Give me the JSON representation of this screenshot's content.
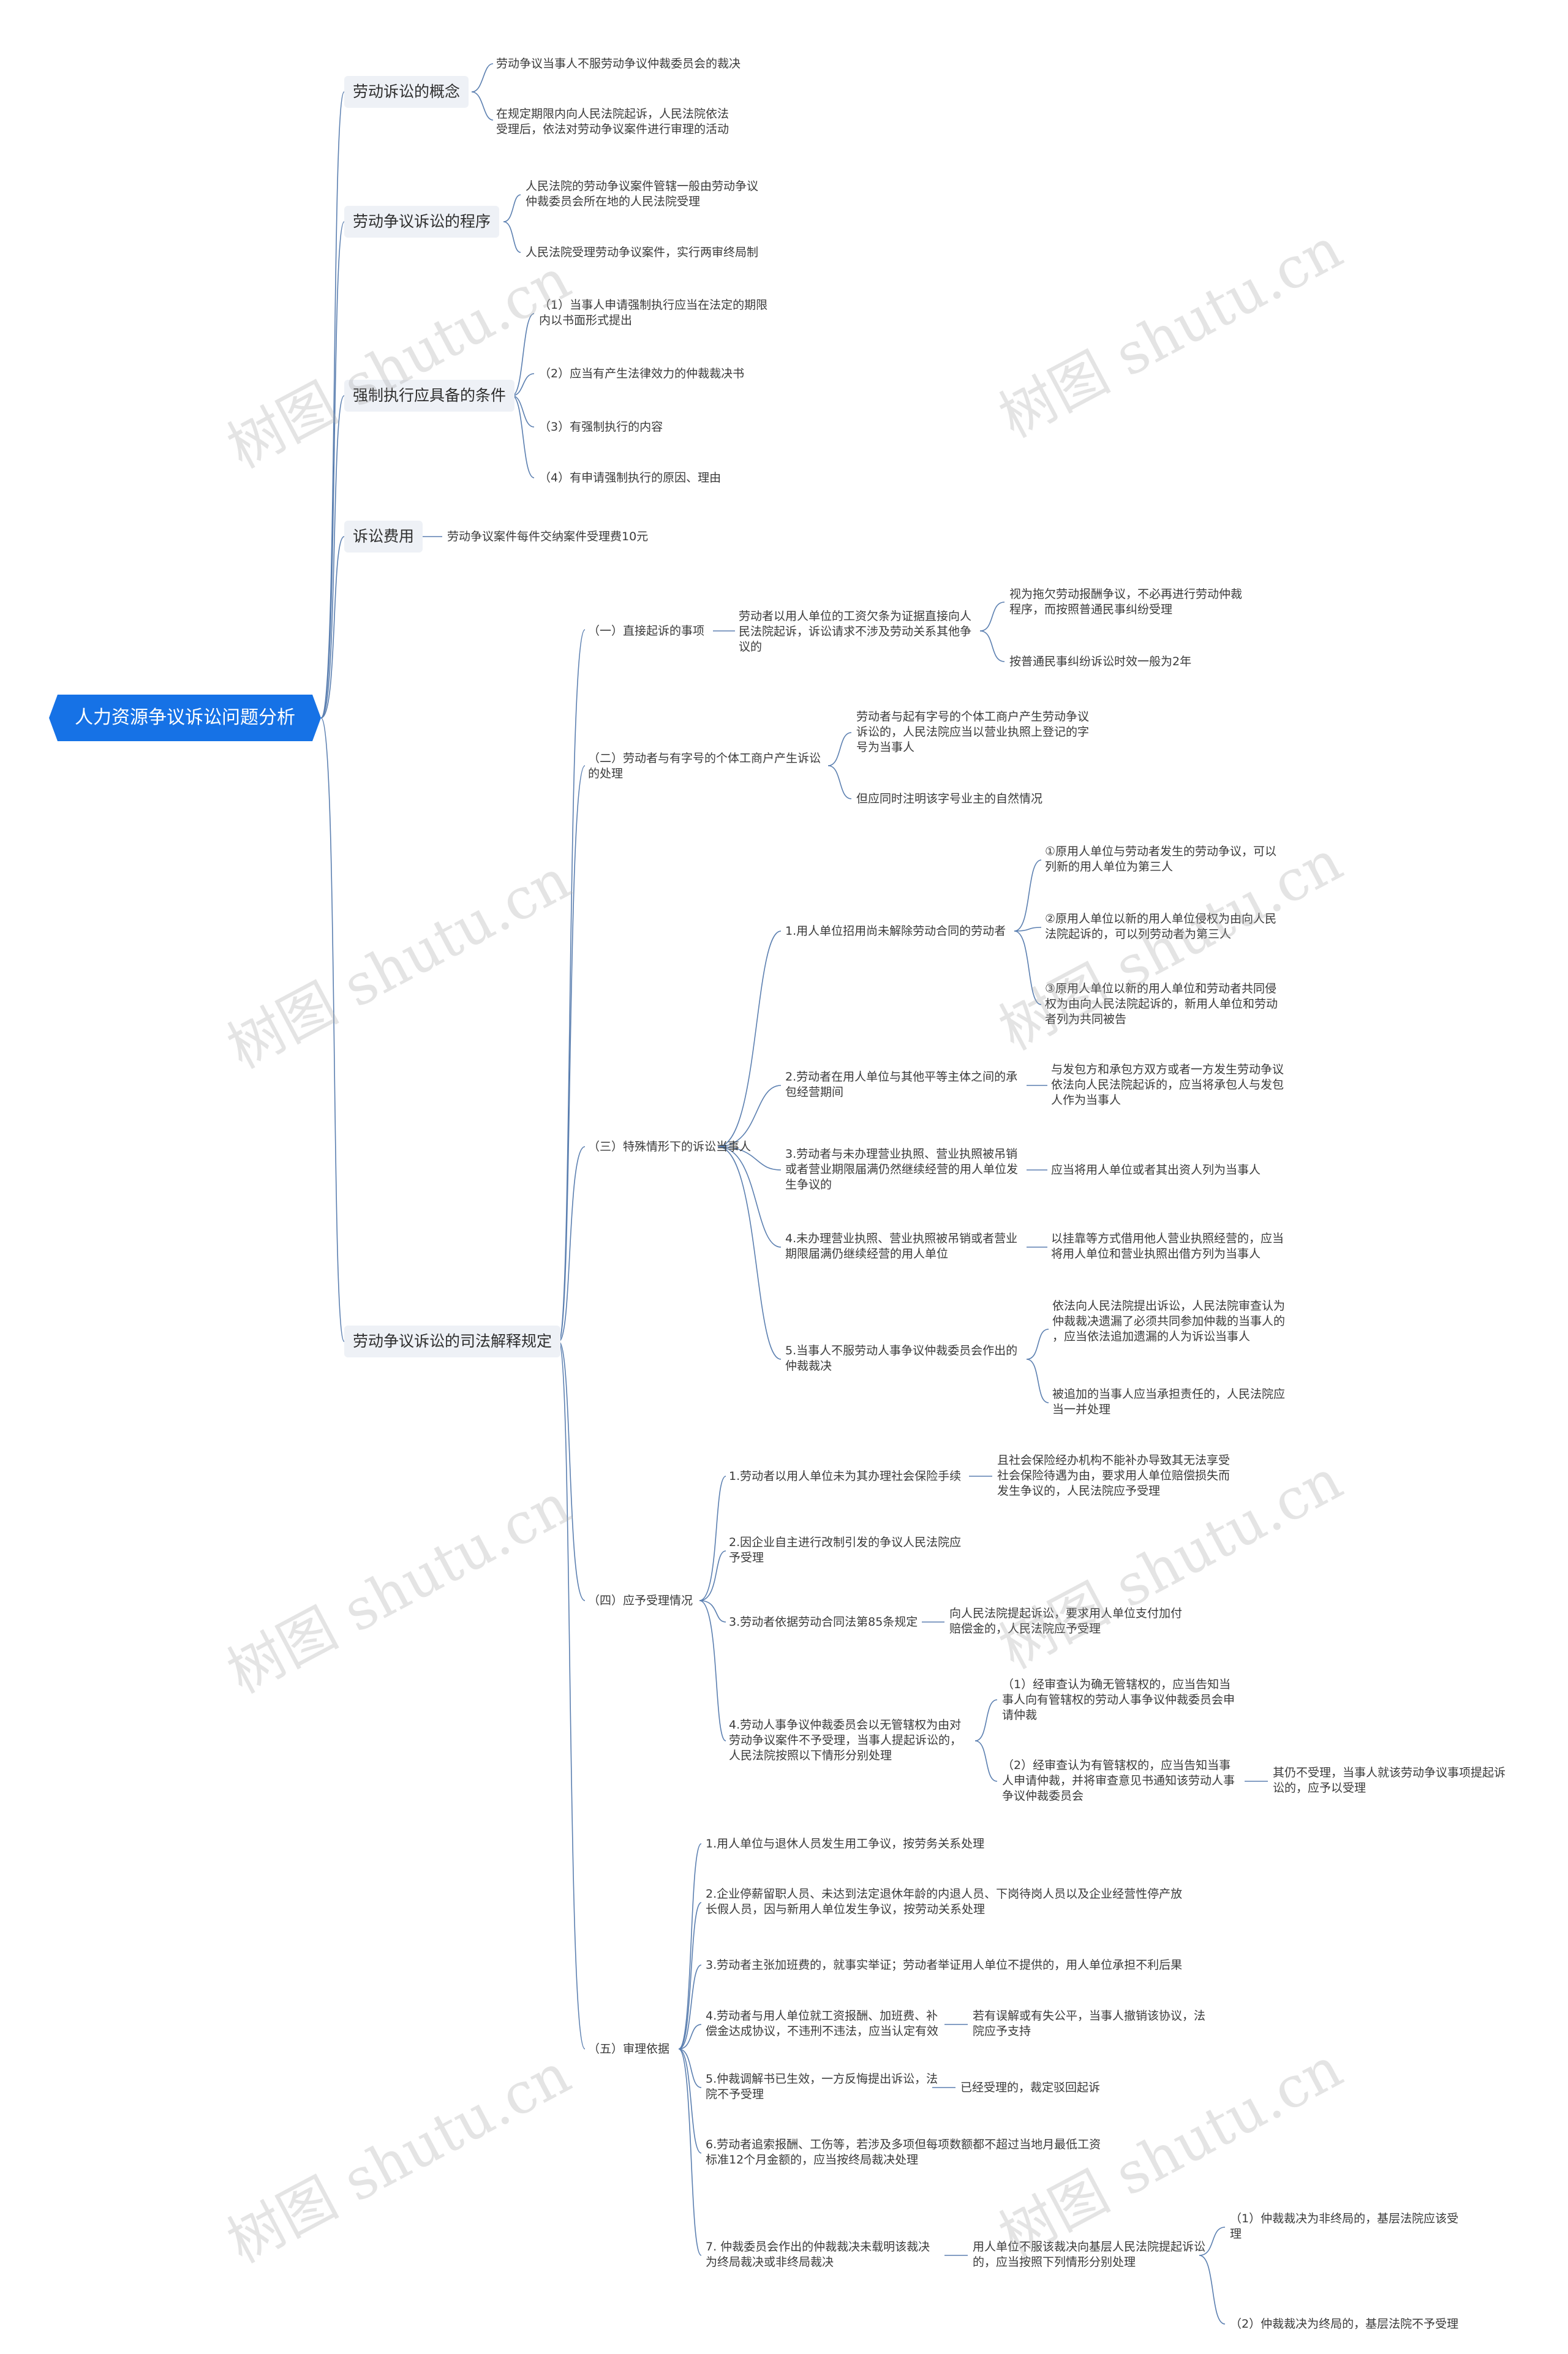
{
  "root": "人力资源争议诉讼问题分析",
  "watermark": "树图 shutu.cn",
  "branches": {
    "concept": {
      "label": "劳动诉讼的概念",
      "items": [
        "劳动争议当事人不服劳动争议仲裁委员会的裁决",
        "在规定期限内向人民法院起诉，人民法院依法\n受理后，依法对劳动争议案件进行审理的活动"
      ]
    },
    "procedure": {
      "label": "劳动争议诉讼的程序",
      "items": [
        "人民法院的劳动争议案件管辖一般由劳动争议\n仲裁委员会所在地的人民法院受理",
        "人民法院受理劳动争议案件，实行两审终局制"
      ]
    },
    "enforcement": {
      "label": "强制执行应具备的条件",
      "items": [
        "（1）当事人申请强制执行应当在法定的期限\n内以书面形式提出",
        "（2）应当有产生法律效力的仲裁裁决书",
        "（3）有强制执行的内容",
        "（4）有申请强制执行的原因、理由"
      ]
    },
    "fees": {
      "label": "诉讼费用",
      "items": [
        "劳动争议案件每件交纳案件受理费10元"
      ]
    },
    "judicial": {
      "label": "劳动争议诉讼的司法解释规定",
      "s1": {
        "label": "（一）直接起诉的事项",
        "item": "劳动者以用人单位的工资欠条为证据直接向人\n民法院起诉，诉讼请求不涉及劳动关系其他争\n议的",
        "sub": [
          "视为拖欠劳动报酬争议，不必再进行劳动仲裁\n程序，而按照普通民事纠纷受理",
          "按普通民事纠纷诉讼时效一般为2年"
        ]
      },
      "s2": {
        "label": "（二）劳动者与有字号的个体工商户产生诉讼\n的处理",
        "items": [
          "劳动者与起有字号的个体工商户产生劳动争议\n诉讼的，人民法院应当以营业执照上登记的字\n号为当事人",
          "但应同时注明该字号业主的自然情况"
        ]
      },
      "s3": {
        "label": "（三）特殊情形下的诉讼当事人",
        "i1": {
          "label": "1.用人单位招用尚未解除劳动合同的劳动者",
          "sub": [
            "①原用人单位与劳动者发生的劳动争议，可以\n列新的用人单位为第三人",
            "②原用人单位以新的用人单位侵权为由向人民\n法院起诉的，可以列劳动者为第三人",
            "③原用人单位以新的用人单位和劳动者共同侵\n权为由向人民法院起诉的，新用人单位和劳动\n者列为共同被告"
          ]
        },
        "i2": {
          "label": "2.劳动者在用人单位与其他平等主体之间的承\n包经营期间",
          "sub": "与发包方和承包方双方或者一方发生劳动争议\n依法向人民法院起诉的，应当将承包人与发包\n人作为当事人"
        },
        "i3": {
          "label": "3.劳动者与未办理营业执照、营业执照被吊销\n或者营业期限届满仍然继续经营的用人单位发\n生争议的",
          "sub": "应当将用人单位或者其出资人列为当事人"
        },
        "i4": {
          "label": "4.未办理营业执照、营业执照被吊销或者营业\n期限届满仍继续经营的用人单位",
          "sub": "以挂靠等方式借用他人营业执照经营的，应当\n将用人单位和营业执照出借方列为当事人"
        },
        "i5": {
          "label": "5.当事人不服劳动人事争议仲裁委员会作出的\n仲裁裁决",
          "sub": [
            "依法向人民法院提出诉讼，人民法院审查认为\n仲裁裁决遗漏了必须共同参加仲裁的当事人的\n，应当依法追加遗漏的人为诉讼当事人",
            "被追加的当事人应当承担责任的，人民法院应\n当一并处理"
          ]
        }
      },
      "s4": {
        "label": "（四）应予受理情况",
        "i1": {
          "label": "1.劳动者以用人单位未为其办理社会保险手续",
          "sub": "且社会保险经办机构不能补办导致其无法享受\n社会保险待遇为由，要求用人单位赔偿损失而\n发生争议的，人民法院应予受理"
        },
        "i2": {
          "label": "2.因企业自主进行改制引发的争议人民法院应\n予受理"
        },
        "i3": {
          "label": "3.劳动者依据劳动合同法第85条规定",
          "sub": "向人民法院提起诉讼，要求用人单位支付加付\n赔偿金的，人民法院应予受理"
        },
        "i4": {
          "label": "4.劳动人事争议仲裁委员会以无管辖权为由对\n劳动争议案件不予受理，当事人提起诉讼的，\n人民法院按照以下情形分别处理",
          "sub": [
            "（1）经审查认为确无管辖权的，应当告知当\n事人向有管辖权的劳动人事争议仲裁委员会申\n请仲裁",
            "（2）经审查认为有管辖权的，应当告知当事\n人申请仲裁，并将审查意见书通知该劳动人事\n争议仲裁委员会"
          ],
          "subsub": "其仍不受理，当事人就该劳动争议事项提起诉\n讼的，应予以受理"
        }
      },
      "s5": {
        "label": "（五）审理依据",
        "items": [
          "1.用人单位与退休人员发生用工争议，按劳务关系处理",
          "2.企业停薪留职人员、未达到法定退休年龄的内退人员、下岗待岗人员以及企业经营性停产放\n长假人员，因与新用人单位发生争议，按劳动关系处理",
          "3.劳动者主张加班费的，就事实举证；劳动者举证用人单位不提供的，用人单位承担不利后果",
          "4.劳动者与用人单位就工资报酬、加班费、补\n偿金达成协议，不违刑不违法，应当认定有效",
          "5.仲裁调解书已生效，一方反悔提出诉讼，法\n院不予受理",
          "6.劳动者追索报酬、工伤等，若涉及多项但每项数额都不超过当地月最低工资\n标准12个月金额的，应当按终局裁决处理",
          "7. 仲裁委员会作出的仲裁裁决未载明该裁决\n为终局裁决或非终局裁决"
        ],
        "i4sub": "若有误解或有失公平，当事人撤销该协议，法\n院应予支持",
        "i5sub": "已经受理的，裁定驳回起诉",
        "i7sub": "用人单位不服该裁决向基层人民法院提起诉讼\n的，应当按照下列情形分别处理",
        "i7subsub": [
          "（1）仲裁裁决为非终局的，基层法院应该受\n理",
          "（2）仲裁裁决为终局的，基层法院不予受理"
        ]
      }
    }
  }
}
